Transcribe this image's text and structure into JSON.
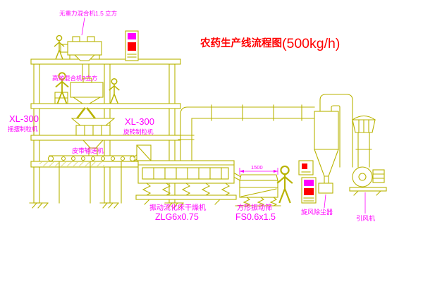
{
  "title": {
    "main": "农药生产线流程图",
    "capacity": "(500kg/h)"
  },
  "labels": {
    "mixer_top": "无重力混合机1.5 立方",
    "mixer_mid": "高效混合机3立方",
    "granulator_left_model": "XL-300",
    "granulator_left_name": "摇摆制粒机",
    "granulator_mid_model": "XL-300",
    "granulator_mid_name": "旋转制粒机",
    "belt_conveyor": "皮带输送机",
    "dryer_name": "振动流化床干燥机",
    "dryer_model": "ZLG6x0.75",
    "screen_name": "方形振动筛",
    "screen_model": "FS0.6x1.5",
    "cyclone": "旋风除尘器",
    "fan": "引风机"
  },
  "dimensions": {
    "screen_width": "1500"
  },
  "colors": {
    "line": "#b9b300",
    "label": "#ff00ff",
    "title": "#ff0000"
  }
}
